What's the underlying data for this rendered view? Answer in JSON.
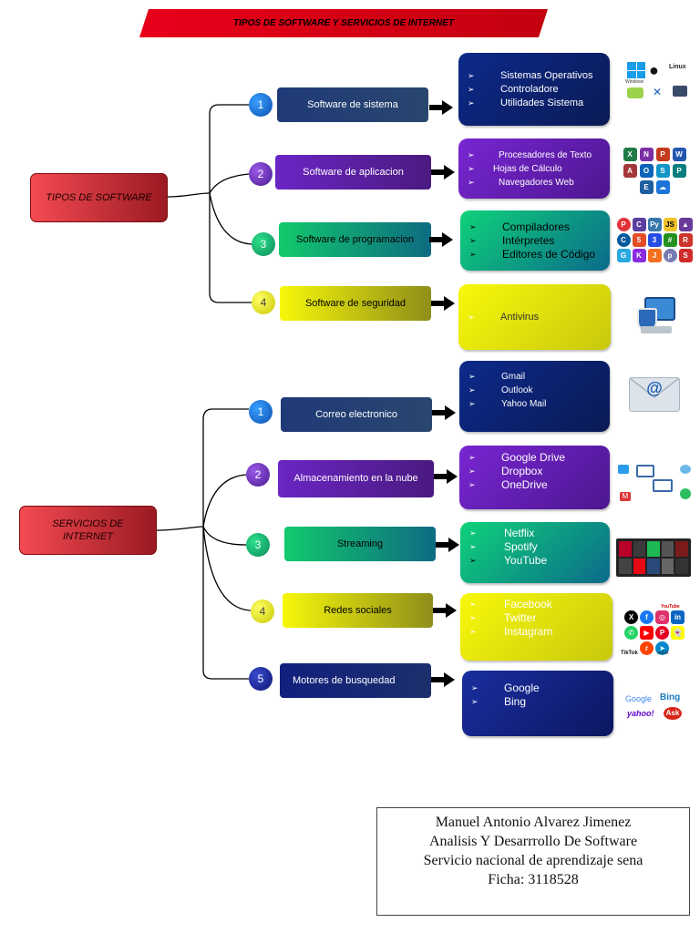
{
  "title": "TIPOS DE SOFTWARE Y SERVICIOS DE INTERNET",
  "software": {
    "root": "TIPOS DE SOFTWARE",
    "items": [
      {
        "n": "1",
        "label": "Software de sistema",
        "details": [
          "Sistemas Operativos",
          "Controladore",
          "Utilidades Sistema"
        ]
      },
      {
        "n": "2",
        "label": "Software de aplicacion",
        "details": [
          "Procesadores de Texto",
          "Hojas de Cálculo",
          "Navegadores Web"
        ]
      },
      {
        "n": "3",
        "label": "Software de programacion",
        "details": [
          "Compiladores",
          "Intérpretes",
          "Editores de Código"
        ]
      },
      {
        "n": "4",
        "label": "Software de seguridad",
        "details": [
          "Antivirus"
        ]
      }
    ]
  },
  "internet": {
    "root": "SERVICIOS DE INTERNET",
    "items": [
      {
        "n": "1",
        "label": "Correo electronico",
        "details": [
          "Gmail",
          "Outlook",
          "Yahoo Mail"
        ]
      },
      {
        "n": "2",
        "label": "Almacenamiento en la nube",
        "details": [
          "Google Drive",
          "Dropbox",
          "OneDrive"
        ]
      },
      {
        "n": "3",
        "label": "Streaming",
        "details": [
          "Netflix",
          "Spotify",
          "YouTube"
        ]
      },
      {
        "n": "4",
        "label": "Redes sociales",
        "details": [
          "Facebook",
          "Twitter",
          "Instagram"
        ]
      },
      {
        "n": "5",
        "label": "Motores de busquedad",
        "details": [
          "Google",
          "Bing"
        ]
      }
    ]
  },
  "logos": {
    "os": [
      "Windows",
      "Linux"
    ],
    "social": [
      "YouTube",
      "TikTok",
      "reddit"
    ],
    "search": [
      "Google",
      "Bing",
      "yahoo!",
      "Ask"
    ]
  },
  "credits": [
    "Manuel Antonio Alvarez Jimenez",
    "Analisis Y Desarrrollo De Software",
    "Servicio nacional de aprendizaje sena",
    "Ficha: 3118528"
  ],
  "colors": {
    "title_red": "#e8001a",
    "root_red": "#f44a52",
    "blue": "#203a78",
    "purple": "#6b25c4",
    "green": "#12c96c",
    "yellow": "#f7f70a",
    "navy": "#11207e"
  }
}
